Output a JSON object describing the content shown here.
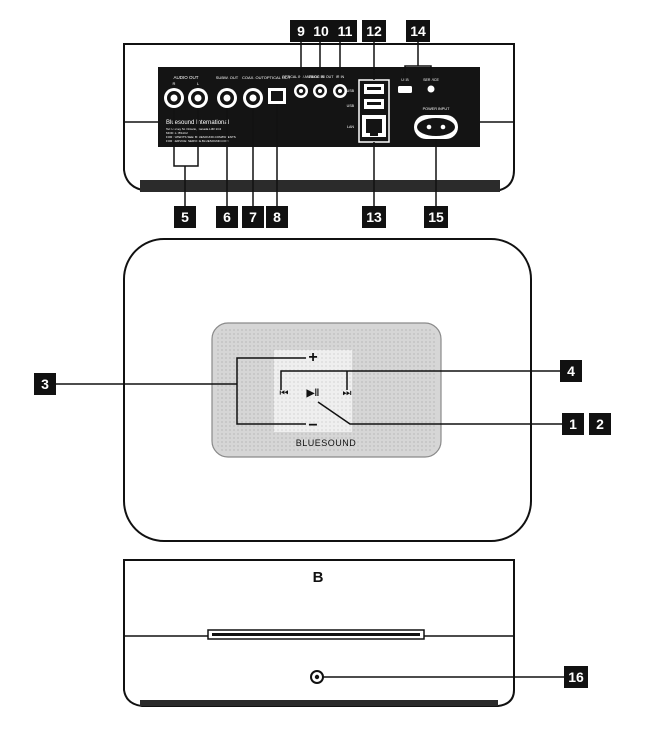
{
  "rear_panel": {
    "audio_out_label": "AUDIO OUT",
    "audio_out_r": "R",
    "audio_out_l": "L",
    "subwoofer_label": "SUBW. OUT",
    "coax_label": "COAX. OUT",
    "optical_label": "OPTICAL OUT",
    "optical_in_label": "OPTICAL IN / ANALOG IN",
    "trigger_label": "TRIGGER OUT",
    "ir_label": "IR IN",
    "usb_top_label": "USB",
    "usb_mid_label": "USB",
    "lan_label": "LAN",
    "service_usb_label": "USB",
    "service_label": "SERVICE",
    "power_label": "POWER INPUT",
    "brand_line": "Bluesound International",
    "fine_print_1": "Tel: Harvey St. Ontario, Canada L3R 1C4",
    "fine_print_2": "MODEL: BS1C2",
    "fine_print_3": "FOR PATENTS SEE: BLUESOUND.COM/PATENTS",
    "fine_print_4": "FOR SERVICE: SERVICE.BLUESOUND.COM"
  },
  "top_panel": {
    "plus_symbol": "+",
    "minus_symbol": "−",
    "prev_symbol": "⏮",
    "play_pause_symbol": "▶‖",
    "next_symbol": "⏭",
    "brand_logo": "BLUESOUND"
  },
  "front_panel": {
    "logo_glyph": "B"
  },
  "callouts": {
    "c1": "1",
    "c2": "2",
    "c3": "3",
    "c4": "4",
    "c5": "5",
    "c6": "6",
    "c7": "7",
    "c8": "8",
    "c9": "9",
    "c10": "10",
    "c11": "11",
    "c12": "12",
    "c13": "13",
    "c14": "14",
    "c15": "15",
    "c16": "16"
  }
}
